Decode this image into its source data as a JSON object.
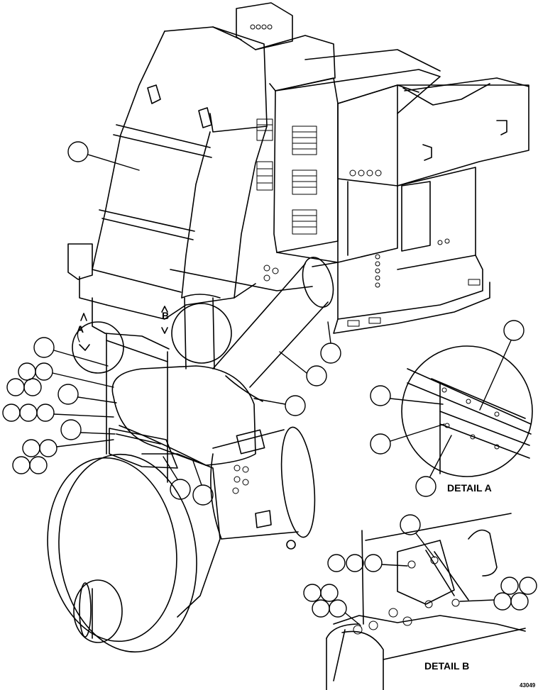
{
  "diagram": {
    "detail_a_label": "DETAIL A",
    "detail_b_label": "DETAIL B",
    "view_a": "A",
    "view_b": "B",
    "figure_number": "43049",
    "line_color": "#000000",
    "background": "#ffffff"
  }
}
